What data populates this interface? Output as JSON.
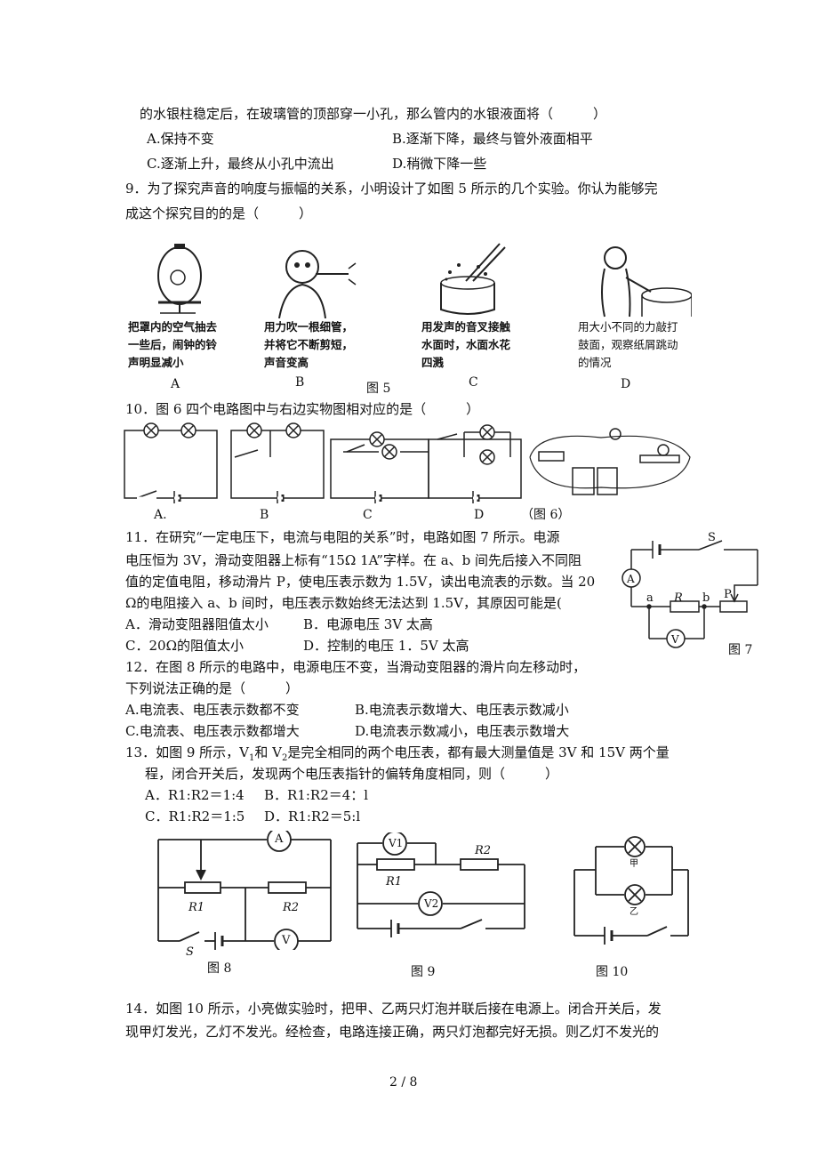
{
  "q8": {
    "cont": "的水银柱稳定后，在玻璃管的顶部穿一小孔，那么管内的水银液面将（　　　）",
    "A": "A.保持不变",
    "B": "B.逐渐下降，最终与管外液面相平",
    "C": "C.逐渐上升，最终从小孔中流出",
    "D": "D.稍微下降一些"
  },
  "q9": {
    "l1": "9．为了探究声音的响度与振幅的关系，小明设计了如图 5 所示的几个实验。你认为能够完",
    "l2": "成这个探究目的的是（　　　）",
    "panels": [
      {
        "text": "把罩内的空气抽去\n一些后，闹钟的铃\n声明显减小",
        "label": "A"
      },
      {
        "text": "用力吹一根细管，\n并将它不断剪短，\n声音变高",
        "label": "B"
      },
      {
        "text": "用发声的音叉接触\n水面时，水面水花\n四溅",
        "label": "C"
      },
      {
        "text": "用大小不同的力敲打\n鼓面，观察纸屑跳动\n的情况",
        "label": "D"
      }
    ],
    "fig": "图 5"
  },
  "q10": {
    "l1": "10．图 6 四个电路图中与右边实物图相对应的是（　　　）",
    "labels": [
      "A.",
      "B",
      "C",
      "D"
    ],
    "fig": "（图 6）"
  },
  "q11": {
    "l1": "11．在研究“一定电压下，电流与电阻的关系”时，电路如图 7 所示。电源",
    "l2": "电压恒为 3V，滑动变阻器上标有“15Ω 1A”字样。在 a、b 间先后接入不同阻",
    "l3": "值的定值电阻，移动滑片 P，使电压表示数为 1.5V，读出电流表的示数。当 20",
    "l4": "Ω的电阻接入 a、b 间时，电压表示数始终无法达到 1.5V，其原因可能是(",
    "optA": "A．滑动变阻器阻值太小",
    "optB": "B．电源电压 3V 太高",
    "optC": "C．20Ω的阻值太小",
    "optD": "D．控制的电压 1．5V 太高",
    "fig": "图 7",
    "fig_labels": {
      "s": "S",
      "a": "a",
      "r": "R",
      "b": "b",
      "p": "P",
      "amm": "A",
      "vol": "V"
    }
  },
  "q12": {
    "l1": "12．在图 8 所示的电路中，电源电压不变，当滑动变阻器的滑片向左移动时，",
    "l2": "下列说法正确的是（　　　）",
    "A": "A.电流表、电压表示数都不变",
    "B": "B.电流表示数增大、电压表示数减小",
    "C": "C.电流表、电压表示数都增大",
    "D": "D.电流表示数减小，电压表示数增大"
  },
  "q13": {
    "l1a": "13．如图 9 所示，V",
    "l1b": "和 V",
    "l1c": "是完全相同的两个电压表，都有最大测量值是 3V 和 15V 两个量",
    "l2": "程，闭合开关后，发现两个电压表指针的偏转角度相同，则（　　　）",
    "sub1": "1",
    "sub2": "2",
    "optA": "A．R1:R2＝1:4",
    "optB": "B．R1:R2＝4：l",
    "optC": "C．R1:R2＝1:5",
    "optD": "D．R1:R2＝5:l"
  },
  "figs": {
    "f8": "图 8",
    "f9": "图 9",
    "f10": "图 10",
    "f8_labels": {
      "r1": "R1",
      "r2": "R2",
      "s": "S",
      "amm": "A",
      "vol": "V"
    },
    "f9_labels": {
      "v1": "V1",
      "v2": "V2",
      "r1": "R1",
      "r2": "R2"
    },
    "f10_labels": {
      "jia": "甲",
      "yi": "乙"
    }
  },
  "q14": {
    "l1": "14．如图 10 所示，小亮做实验时，把甲、乙两只灯泡并联后接在电源上。闭合开关后，发",
    "l2": "现甲灯发光，乙灯不发光。经检查，电路连接正确，两只灯泡都完好无损。则乙灯不发光的"
  },
  "footer": {
    "page": "2 / 8"
  }
}
